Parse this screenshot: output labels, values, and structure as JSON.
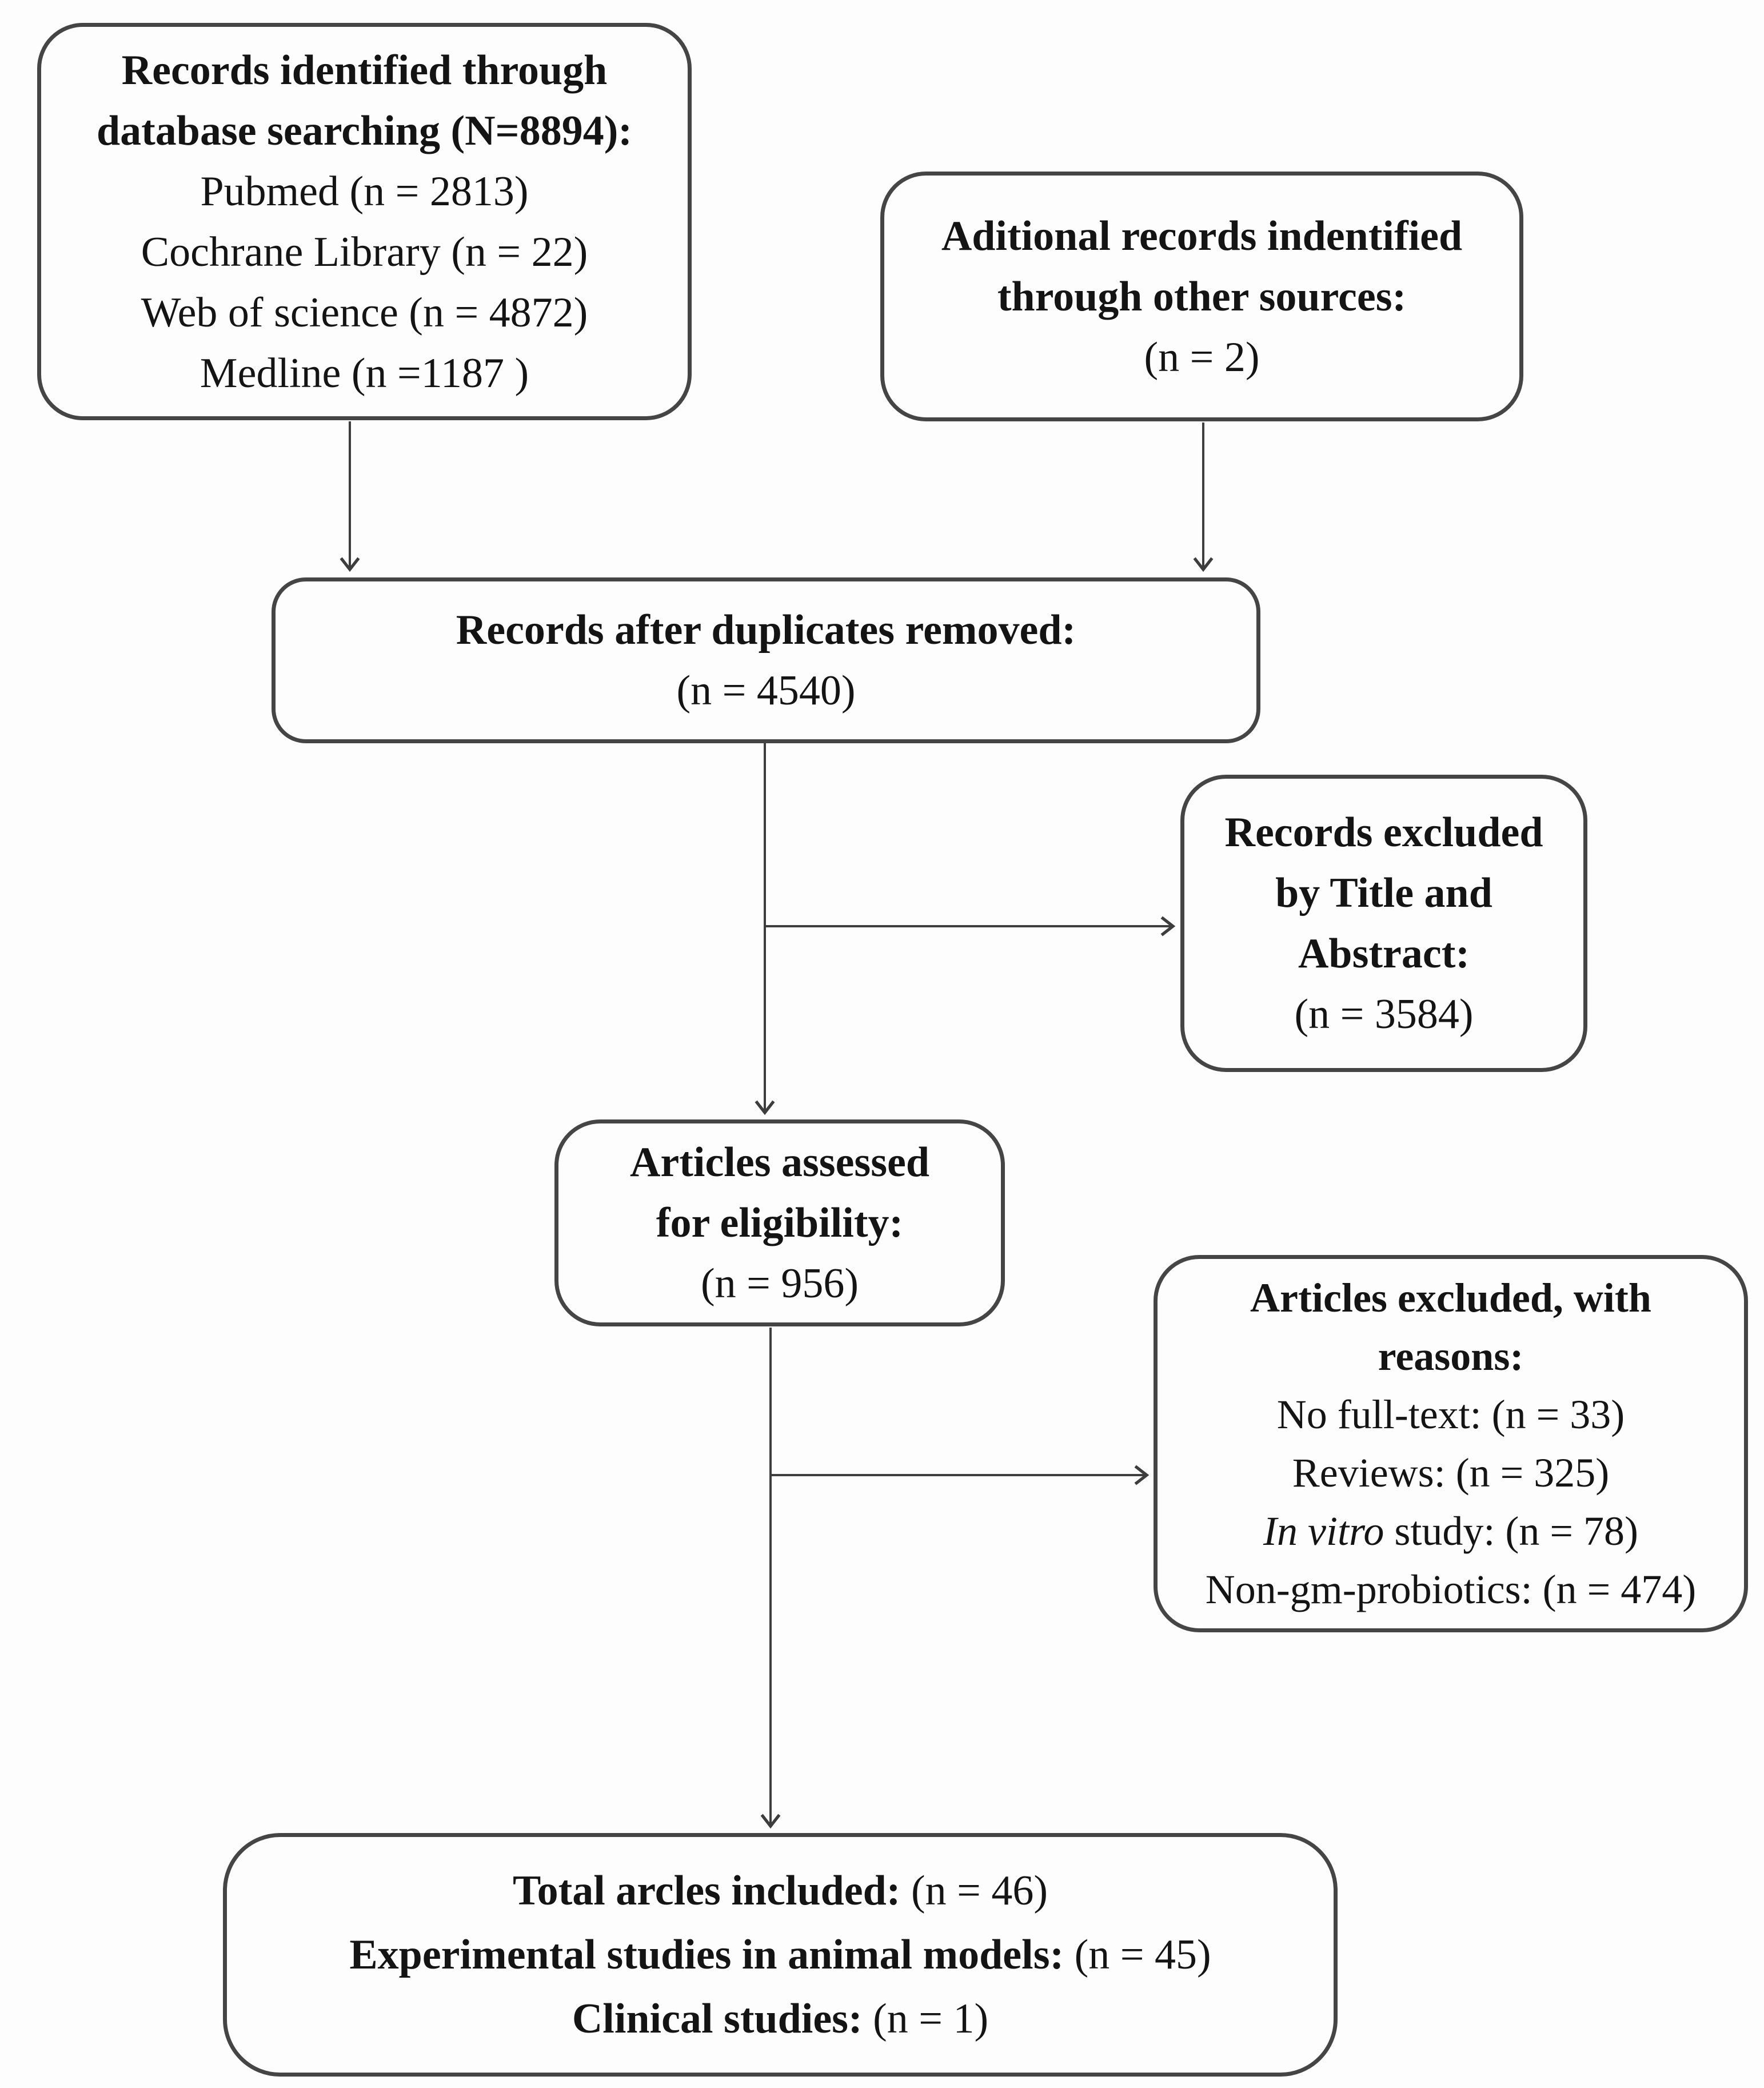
{
  "diagram": {
    "colors": {
      "background": "#fdfdfd",
      "border": "#454545",
      "text": "#141414",
      "arrow": "#3d3d3d"
    },
    "boxes": {
      "identification": {
        "heading_lines": [
          "Records identified through",
          "database searching (N=8894):"
        ],
        "sources": [
          "Pubmed (n = 2813)",
          "Cochrane Library (n = 22)",
          "Web of science (n = 4872)",
          "Medline (n =1187 )"
        ]
      },
      "additional": {
        "heading_lines": [
          "Aditional records indentified",
          "through other sources:"
        ],
        "count": "(n = 2)"
      },
      "duplicates_removed": {
        "heading_lines": [
          "Records after duplicates removed:"
        ],
        "count": "(n = 4540)"
      },
      "excluded_title_abstract": {
        "heading_lines": [
          "Records excluded",
          "by Title and",
          "Abstract:"
        ],
        "count": "(n = 3584)"
      },
      "assessed_eligibility": {
        "heading_lines": [
          "Articles assessed",
          "for eligibility:"
        ],
        "count": "(n = 956)"
      },
      "excluded_reasons": {
        "heading_lines": [
          "Articles excluded, with",
          "reasons:"
        ],
        "reason1": "No full-text: (n = 33)",
        "reason2": "Reviews: (n = 325)",
        "reason3_italic": "In vitro",
        "reason3_rest": " study: (n = 78)",
        "reason4": "Non-gm-probiotics: (n = 474)"
      },
      "included": {
        "rows": [
          {
            "label": "Total arcles included:",
            "value": " (n = 46)"
          },
          {
            "label": "Experimental studies in animal models:",
            "value": " (n = 45)"
          },
          {
            "label": "Clinical studies:",
            "value": " (n = 1)"
          }
        ]
      }
    }
  }
}
